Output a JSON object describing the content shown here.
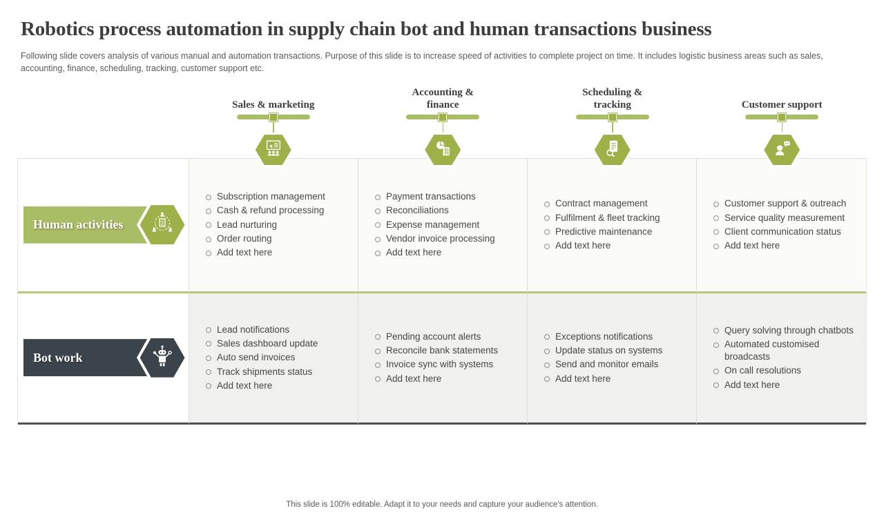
{
  "slide": {
    "title": "Robotics process automation in supply chain bot and human transactions business",
    "subtitle": "Following slide covers analysis of various manual and automation transactions. Purpose of this slide is to increase speed of activities to complete project on time. It includes logistic business areas such as sales, accounting, finance, scheduling, tracking, customer support etc.",
    "footer": "This slide is 100% editable.  Adapt it to your needs and capture your audience's attention."
  },
  "colors": {
    "green": "#9cb248",
    "green-light": "#a9bd64",
    "green-divider": "#b7c678",
    "dark": "#3b434b",
    "text-dark": "#3d3d3d",
    "text-body": "#474747",
    "border": "#dcdcdc",
    "bottom-border": "#4f4f4f"
  },
  "columns": [
    {
      "label": "Sales & marketing",
      "icon": "sales-marketing-icon"
    },
    {
      "label": "Accounting & finance",
      "icon": "accounting-finance-icon"
    },
    {
      "label": "Scheduling & tracking",
      "icon": "scheduling-tracking-icon"
    },
    {
      "label": "Customer support",
      "icon": "customer-support-icon"
    }
  ],
  "rows": [
    {
      "label": "Human activities",
      "icon": "human-activities-icon",
      "cells": [
        {
          "items": [
            "Subscription management",
            "Cash & refund processing",
            "Lead nurturing",
            "Order routing",
            "Add text here"
          ]
        },
        {
          "items": [
            "Payment transactions",
            "Reconciliations",
            "Expense management",
            "Vendor invoice processing",
            "Add text here"
          ]
        },
        {
          "items": [
            "Contract management",
            "Fulfilment & fleet tracking",
            "Predictive maintenance",
            "Add text here"
          ]
        },
        {
          "items": [
            "Customer support & outreach",
            "Service quality measurement",
            "Client communication status",
            "Add text here"
          ]
        }
      ]
    },
    {
      "label": "Bot work",
      "icon": "robot-icon",
      "cells": [
        {
          "items": [
            "Lead notifications",
            "Sales dashboard update",
            "Auto send invoices",
            "Track shipments status",
            "Add text here"
          ]
        },
        {
          "items": [
            "Pending account alerts",
            "Reconcile bank statements",
            "Invoice sync with systems",
            "Add text here"
          ]
        },
        {
          "items": [
            "Exceptions notifications",
            "Update status on systems",
            "Send and monitor emails",
            "Add text here"
          ]
        },
        {
          "items": [
            "Query solving through chatbots",
            "Automated customised broadcasts",
            "On call resolutions",
            "Add text here"
          ]
        }
      ]
    }
  ]
}
